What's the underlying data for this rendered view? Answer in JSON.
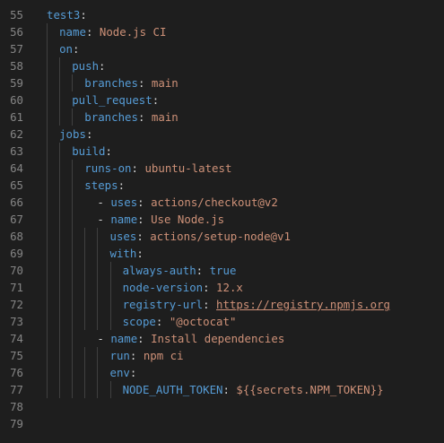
{
  "editor": {
    "lines": [
      {
        "num": "55",
        "indent": 0,
        "key": "test3",
        "sep": ":",
        "value": "",
        "vtype": ""
      },
      {
        "num": "56",
        "indent": 1,
        "key": "name",
        "sep": ": ",
        "value": "Node.js CI",
        "vtype": "s"
      },
      {
        "num": "57",
        "indent": 1,
        "key": "on",
        "sep": ":",
        "value": "",
        "vtype": ""
      },
      {
        "num": "58",
        "indent": 2,
        "key": "push",
        "sep": ":",
        "value": "",
        "vtype": ""
      },
      {
        "num": "59",
        "indent": 3,
        "key": "branches",
        "sep": ": ",
        "value": "main",
        "vtype": "s"
      },
      {
        "num": "60",
        "indent": 2,
        "key": "pull_request",
        "sep": ":",
        "value": "",
        "vtype": ""
      },
      {
        "num": "61",
        "indent": 3,
        "key": "branches",
        "sep": ": ",
        "value": "main",
        "vtype": "s"
      },
      {
        "num": "62",
        "indent": 1,
        "key": "jobs",
        "sep": ":",
        "value": "",
        "vtype": ""
      },
      {
        "num": "63",
        "indent": 2,
        "key": "build",
        "sep": ":",
        "value": "",
        "vtype": ""
      },
      {
        "num": "64",
        "indent": 3,
        "key": "runs-on",
        "sep": ": ",
        "value": "ubuntu-latest",
        "vtype": "s"
      },
      {
        "num": "65",
        "indent": 3,
        "key": "steps",
        "sep": ":",
        "value": "",
        "vtype": ""
      },
      {
        "num": "66",
        "indent": 4,
        "dash": true,
        "key": "uses",
        "sep": ": ",
        "value": "actions/checkout@v2",
        "vtype": "s"
      },
      {
        "num": "67",
        "indent": 4,
        "dash": true,
        "key": "name",
        "sep": ": ",
        "value": "Use Node.js",
        "vtype": "s"
      },
      {
        "num": "68",
        "indent": 5,
        "key": "uses",
        "sep": ": ",
        "value": "actions/setup-node@v1",
        "vtype": "s"
      },
      {
        "num": "69",
        "indent": 5,
        "key": "with",
        "sep": ":",
        "value": "",
        "vtype": ""
      },
      {
        "num": "70",
        "indent": 6,
        "key": "always-auth",
        "sep": ": ",
        "value": "true",
        "vtype": "c"
      },
      {
        "num": "71",
        "indent": 6,
        "key": "node-version",
        "sep": ": ",
        "value": "12.x",
        "vtype": "s"
      },
      {
        "num": "72",
        "indent": 6,
        "key": "registry-url",
        "sep": ": ",
        "value": "https://registry.npmjs.org",
        "vtype": "u"
      },
      {
        "num": "73",
        "indent": 6,
        "key": "scope",
        "sep": ": ",
        "value": "\"@octocat\"",
        "vtype": "s"
      },
      {
        "num": "74",
        "indent": 4,
        "dash": true,
        "key": "name",
        "sep": ": ",
        "value": "Install dependencies",
        "vtype": "s"
      },
      {
        "num": "75",
        "indent": 5,
        "key": "run",
        "sep": ": ",
        "value": "npm ci",
        "vtype": "s"
      },
      {
        "num": "76",
        "indent": 5,
        "key": "env",
        "sep": ":",
        "value": "",
        "vtype": ""
      },
      {
        "num": "77",
        "indent": 6,
        "key": "NODE_AUTH_TOKEN",
        "sep": ": ",
        "value": "${{secrets.NPM_TOKEN}}",
        "vtype": "s"
      },
      {
        "num": "78",
        "indent": 0,
        "key": "",
        "sep": "",
        "value": "",
        "vtype": ""
      },
      {
        "num": "79",
        "indent": 0,
        "key": "",
        "sep": "",
        "value": "",
        "vtype": ""
      }
    ]
  }
}
